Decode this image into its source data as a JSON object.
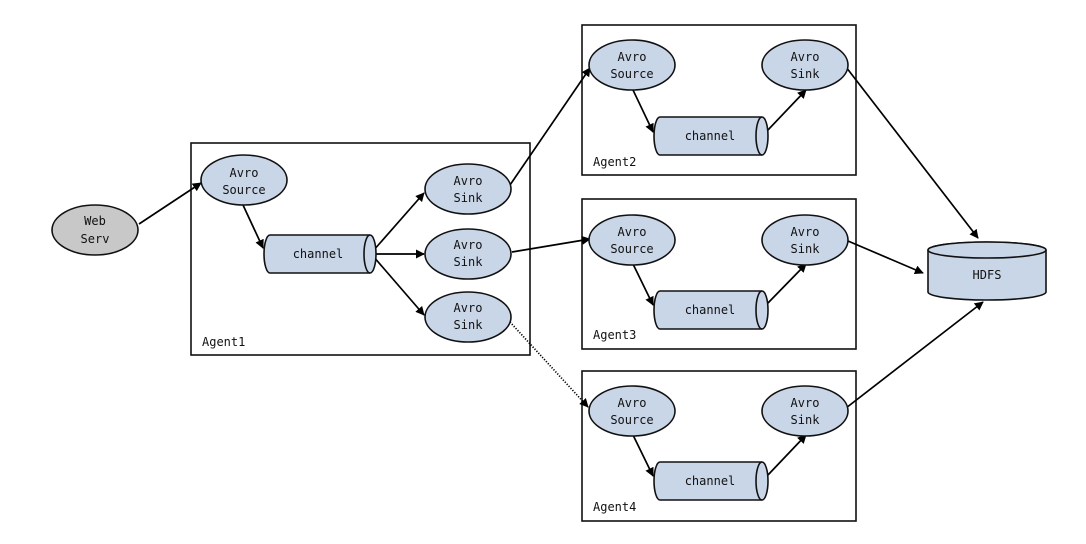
{
  "colors": {
    "node_fill": "#c9d6e8",
    "web_fill": "#c8c8c8",
    "stroke": "#111111"
  },
  "web_server": {
    "line1": "Web",
    "line2": "Serv"
  },
  "hdfs": {
    "label": "HDFS"
  },
  "agents": [
    {
      "label": "Agent1",
      "source": {
        "line1": "Avro",
        "line2": "Source"
      },
      "channel": "channel",
      "sinks": [
        {
          "line1": "Avro",
          "line2": "Sink"
        },
        {
          "line1": "Avro",
          "line2": "Sink"
        },
        {
          "line1": "Avro",
          "line2": "Sink"
        }
      ]
    },
    {
      "label": "Agent2",
      "source": {
        "line1": "Avro",
        "line2": "Source"
      },
      "channel": "channel",
      "sink": {
        "line1": "Avro",
        "line2": "Sink"
      }
    },
    {
      "label": "Agent3",
      "source": {
        "line1": "Avro",
        "line2": "Source"
      },
      "channel": "channel",
      "sink": {
        "line1": "Avro",
        "line2": "Sink"
      }
    },
    {
      "label": "Agent4",
      "source": {
        "line1": "Avro",
        "line2": "Source"
      },
      "channel": "channel",
      "sink": {
        "line1": "Avro",
        "line2": "Sink"
      }
    }
  ]
}
